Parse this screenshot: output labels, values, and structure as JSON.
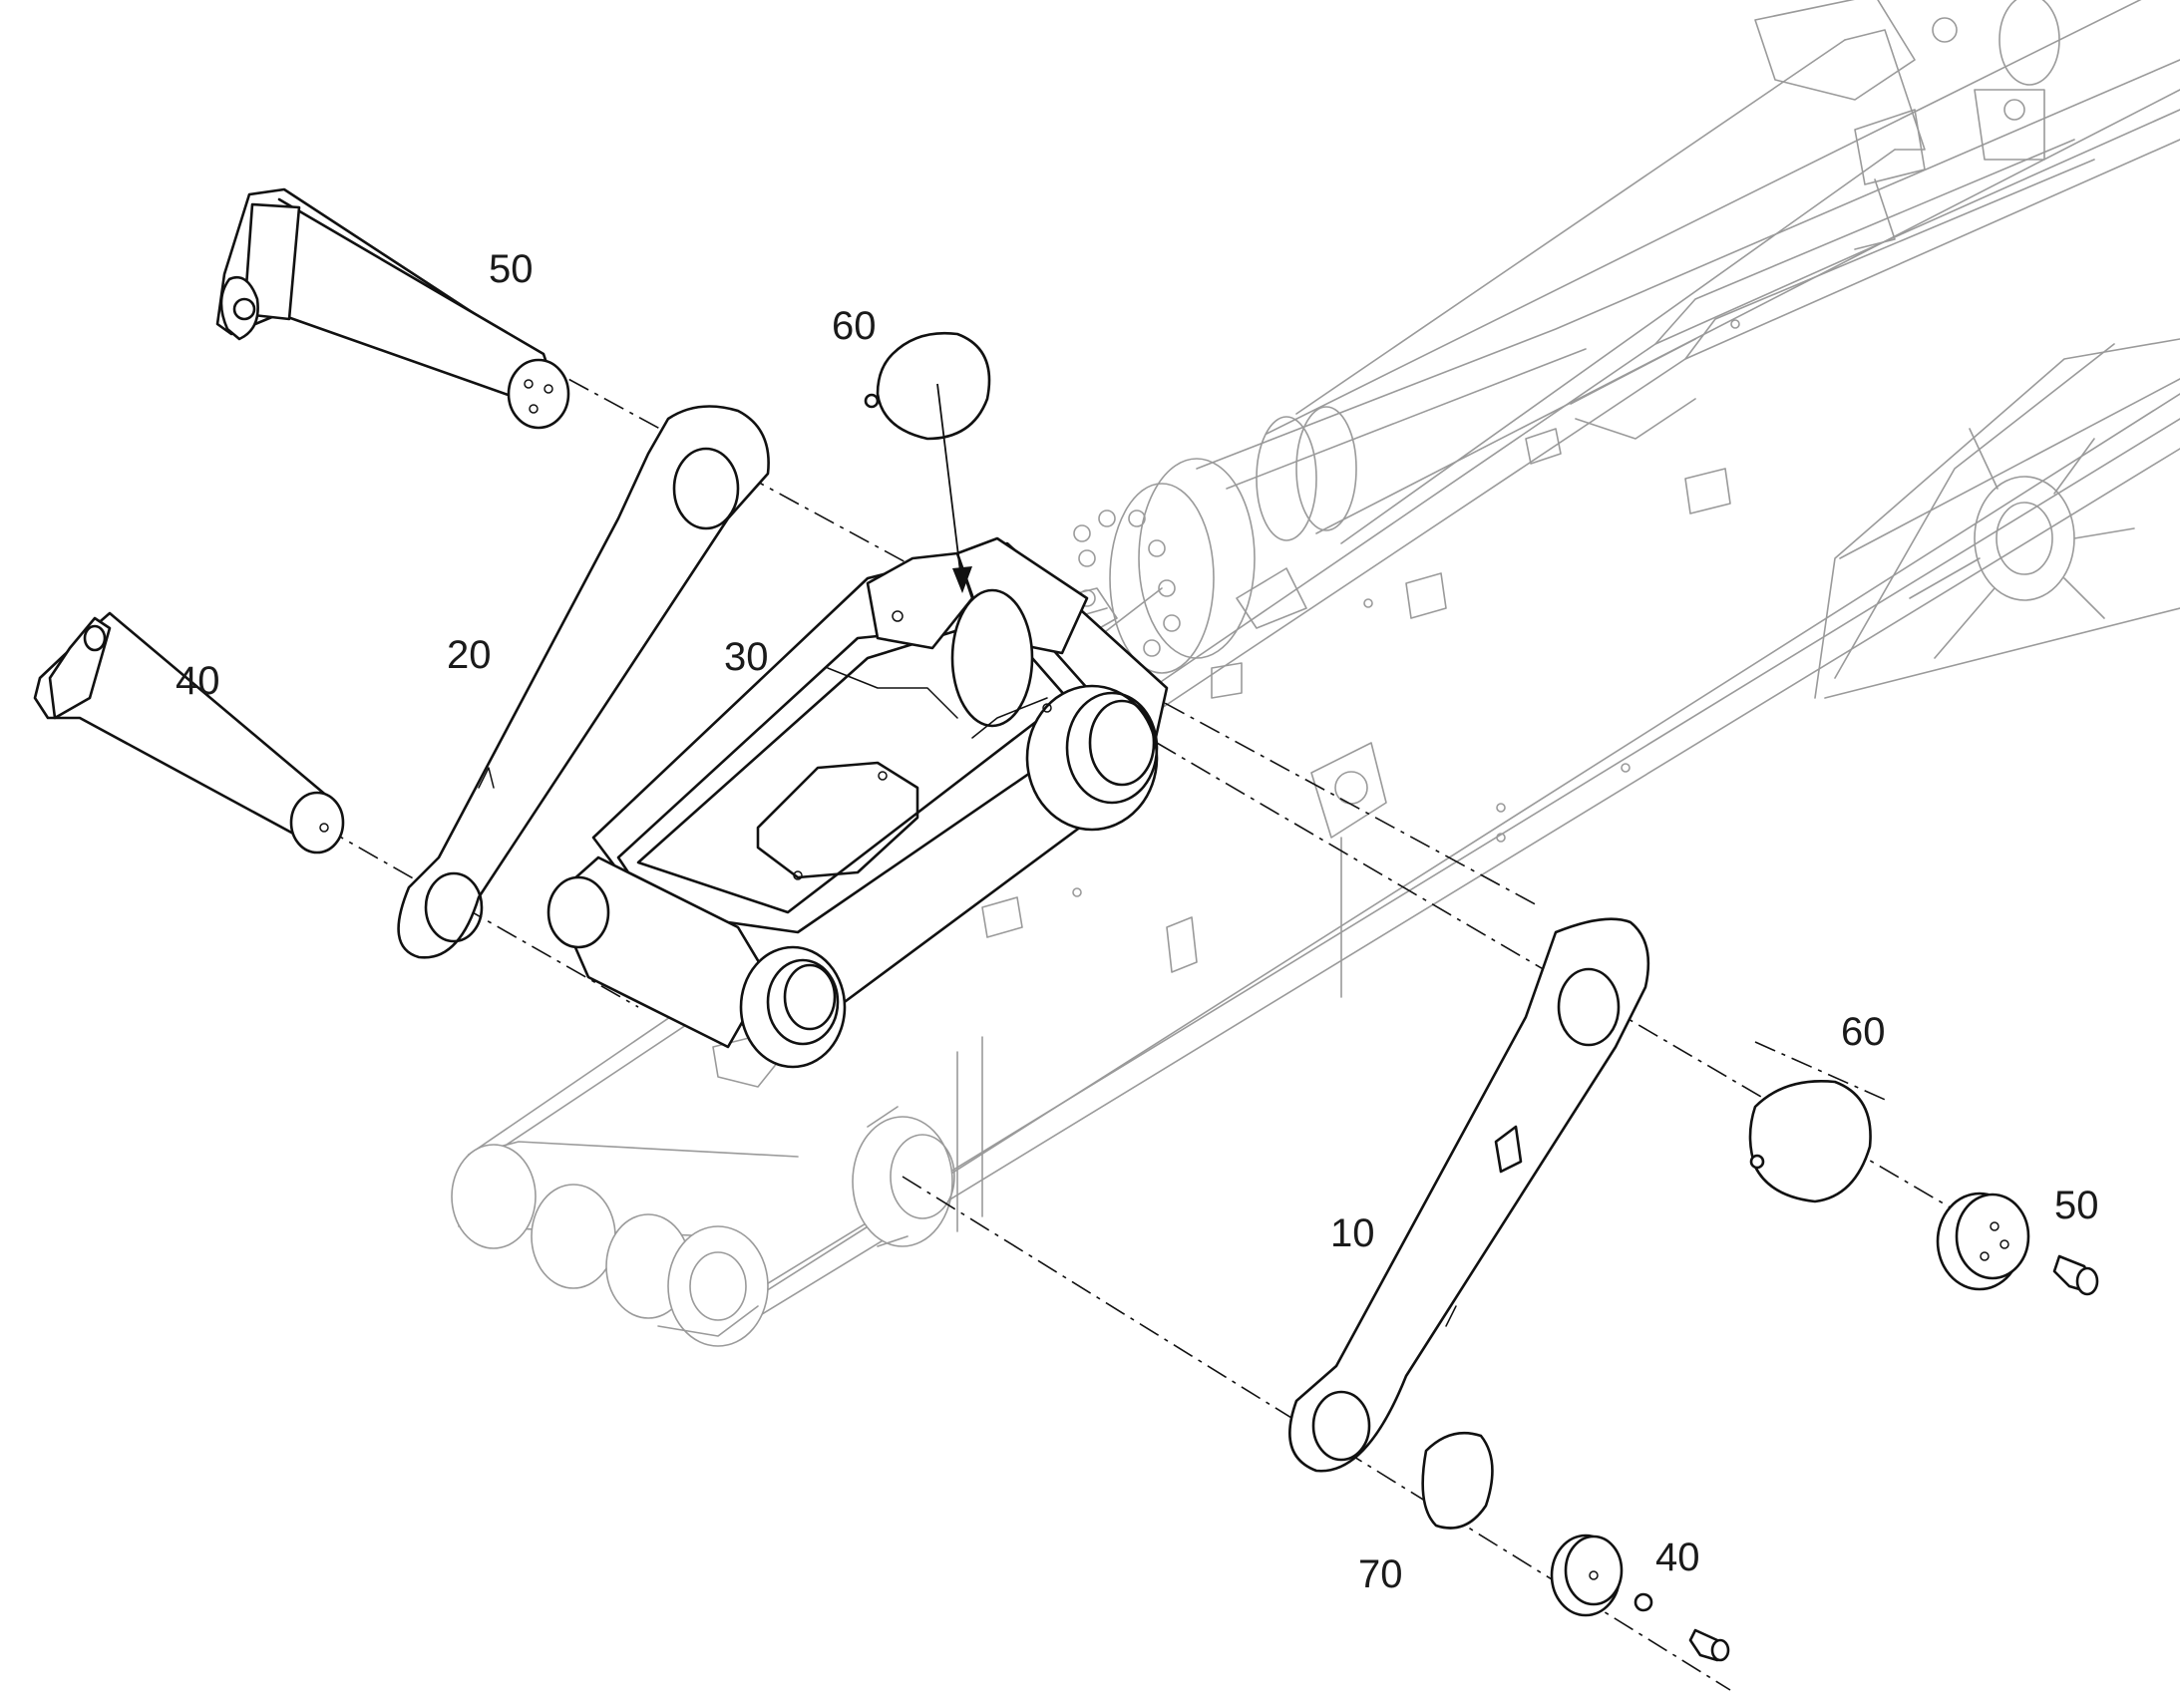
{
  "callouts": {
    "link_right": "10",
    "link_left": "20",
    "linkage_body": "30",
    "pin_lower": "40",
    "bolt_small": "40",
    "pin_upper": "50",
    "end_cap": "50",
    "shim_top": "60",
    "shim_right": "60",
    "washer": "70"
  },
  "colors": {
    "line": "#111111",
    "background_line": "#9a9a9a",
    "paper": "#ffffff"
  }
}
